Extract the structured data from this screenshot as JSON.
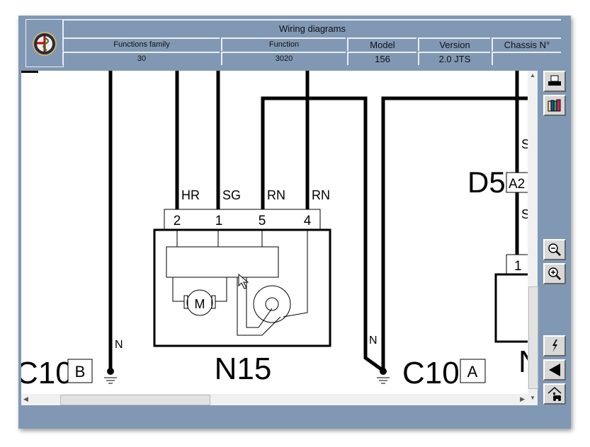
{
  "header": {
    "title": "Wiring diagrams",
    "columns": [
      {
        "label": "Functions family",
        "value": "30"
      },
      {
        "label": "Function",
        "value": "3020"
      },
      {
        "label": "Model",
        "value": "156"
      },
      {
        "label": "Version",
        "value": "2.0 JTS"
      },
      {
        "label": "Chassis N°",
        "value": ""
      }
    ]
  },
  "diagram": {
    "wire_labels": {
      "w1": "HR",
      "w2": "SG",
      "w3": "RN",
      "w4": "RN",
      "ground_left": "N",
      "ground_mid": "N",
      "right_top": "S",
      "right_mid": "S"
    },
    "pins": [
      "2",
      "1",
      "5",
      "4"
    ],
    "motor": "M",
    "components": {
      "n15": "N15",
      "c10_left": "C10",
      "c10_left_pin": "B",
      "c10_right": "C10",
      "c10_right_pin": "A",
      "d5": "D5",
      "d5_pin": "A2",
      "right_pin": "1",
      "right_partial": "N"
    }
  },
  "toolbar": [
    "print",
    "library",
    "zoom-out",
    "zoom-in",
    "lightning",
    "back",
    "home"
  ]
}
